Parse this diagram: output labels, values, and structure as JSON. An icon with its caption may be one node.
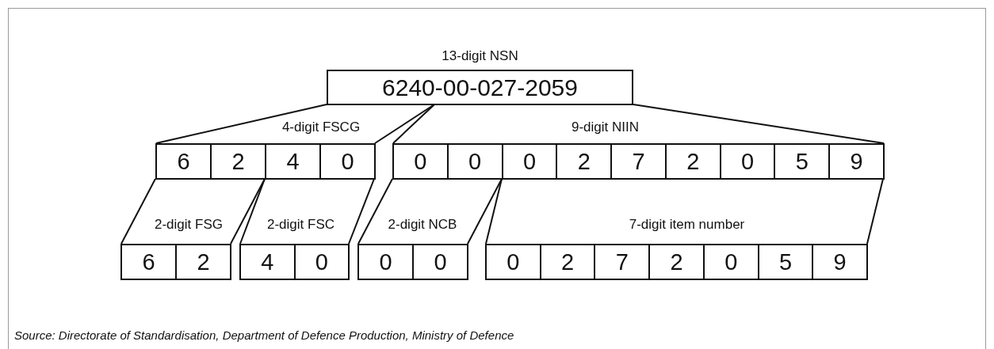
{
  "diagram": {
    "nodes": [
      {
        "text": [
          "13-digit NSN",
          "6240-00-027-2059"
        ]
      },
      {
        "text": [
          "4-digit FSCG"
        ]
      },
      {
        "text": [
          "6"
        ],
        "in": 1
      },
      {
        "text": [
          "2"
        ],
        "in": 1
      },
      {
        "text": [
          "4"
        ],
        "in": 1
      },
      {
        "text": [
          "0"
        ],
        "in": 1
      },
      {
        "text": [
          "9-digit NIIN"
        ]
      },
      {
        "text": [
          "0"
        ],
        "in": 6
      },
      {
        "text": [
          "0"
        ],
        "in": 6
      },
      {
        "text": [
          "0"
        ],
        "in": 6
      },
      {
        "text": [
          "2"
        ],
        "in": 6
      },
      {
        "text": [
          "7"
        ],
        "in": 6
      },
      {
        "text": [
          "2"
        ],
        "in": 6
      },
      {
        "text": [
          "0"
        ],
        "in": 6
      },
      {
        "text": [
          "5"
        ],
        "in": 6
      },
      {
        "text": [
          "9"
        ],
        "in": 6
      },
      {
        "text": [
          "2-digit FSG"
        ]
      },
      {
        "text": [
          "6"
        ],
        "in": 16
      },
      {
        "text": [
          "2"
        ],
        "in": 16
      },
      {
        "text": [
          "2-digit FSC"
        ]
      },
      {
        "text": [
          "4"
        ],
        "in": 19
      },
      {
        "text": [
          "0"
        ],
        "in": 19
      },
      {
        "text": [
          "2-digit NCB"
        ]
      },
      {
        "text": [
          "0"
        ],
        "in": 22
      },
      {
        "text": [
          "0"
        ],
        "in": 22
      },
      {
        "text": [
          "7-digit item number"
        ]
      },
      {
        "text": [
          "0"
        ],
        "in": 25
      },
      {
        "text": [
          "2"
        ],
        "in": 25
      },
      {
        "text": [
          "7"
        ],
        "in": 25
      },
      {
        "text": [
          "2"
        ],
        "in": 25
      },
      {
        "text": [
          "0"
        ],
        "in": 25
      },
      {
        "text": [
          "5"
        ],
        "in": 25
      },
      {
        "text": [
          "9"
        ],
        "in": 25
      }
    ],
    "edges": [
      {
        "from": 0,
        "to": 1,
        "arrow": "none"
      },
      {
        "from": 0,
        "to": 1,
        "arrow": "none"
      },
      {
        "from": 0,
        "to": 6,
        "arrow": "none"
      },
      {
        "from": 0,
        "to": 6,
        "arrow": "none"
      },
      {
        "from": 1,
        "to": 16,
        "arrow": "none"
      },
      {
        "from": 1,
        "to": 16,
        "arrow": "none"
      },
      {
        "from": 1,
        "to": 19,
        "arrow": "none"
      },
      {
        "from": 1,
        "to": 19,
        "arrow": "none"
      },
      {
        "from": 6,
        "to": 22,
        "arrow": "none"
      },
      {
        "from": 6,
        "to": 22,
        "arrow": "none"
      },
      {
        "from": 6,
        "to": 25,
        "arrow": "none"
      },
      {
        "from": 6,
        "to": 25,
        "arrow": "none"
      }
    ],
    "labels": [
      "Source: Directorate of Standardisation, Department of Defence Production, Ministry of Defence"
    ]
  }
}
